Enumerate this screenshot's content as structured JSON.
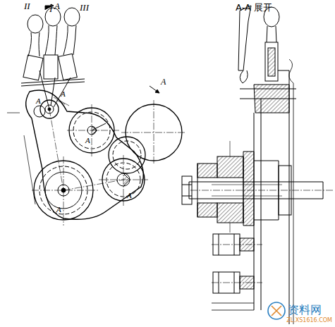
{
  "diagram": {
    "labels": [
      "A",
      "II",
      "I",
      "III",
      "A-A 展开",
      "A",
      "A",
      "A",
      "A",
      "A",
      "A",
      "资料网",
      "ZL.XS1616.COM"
    ]
  }
}
